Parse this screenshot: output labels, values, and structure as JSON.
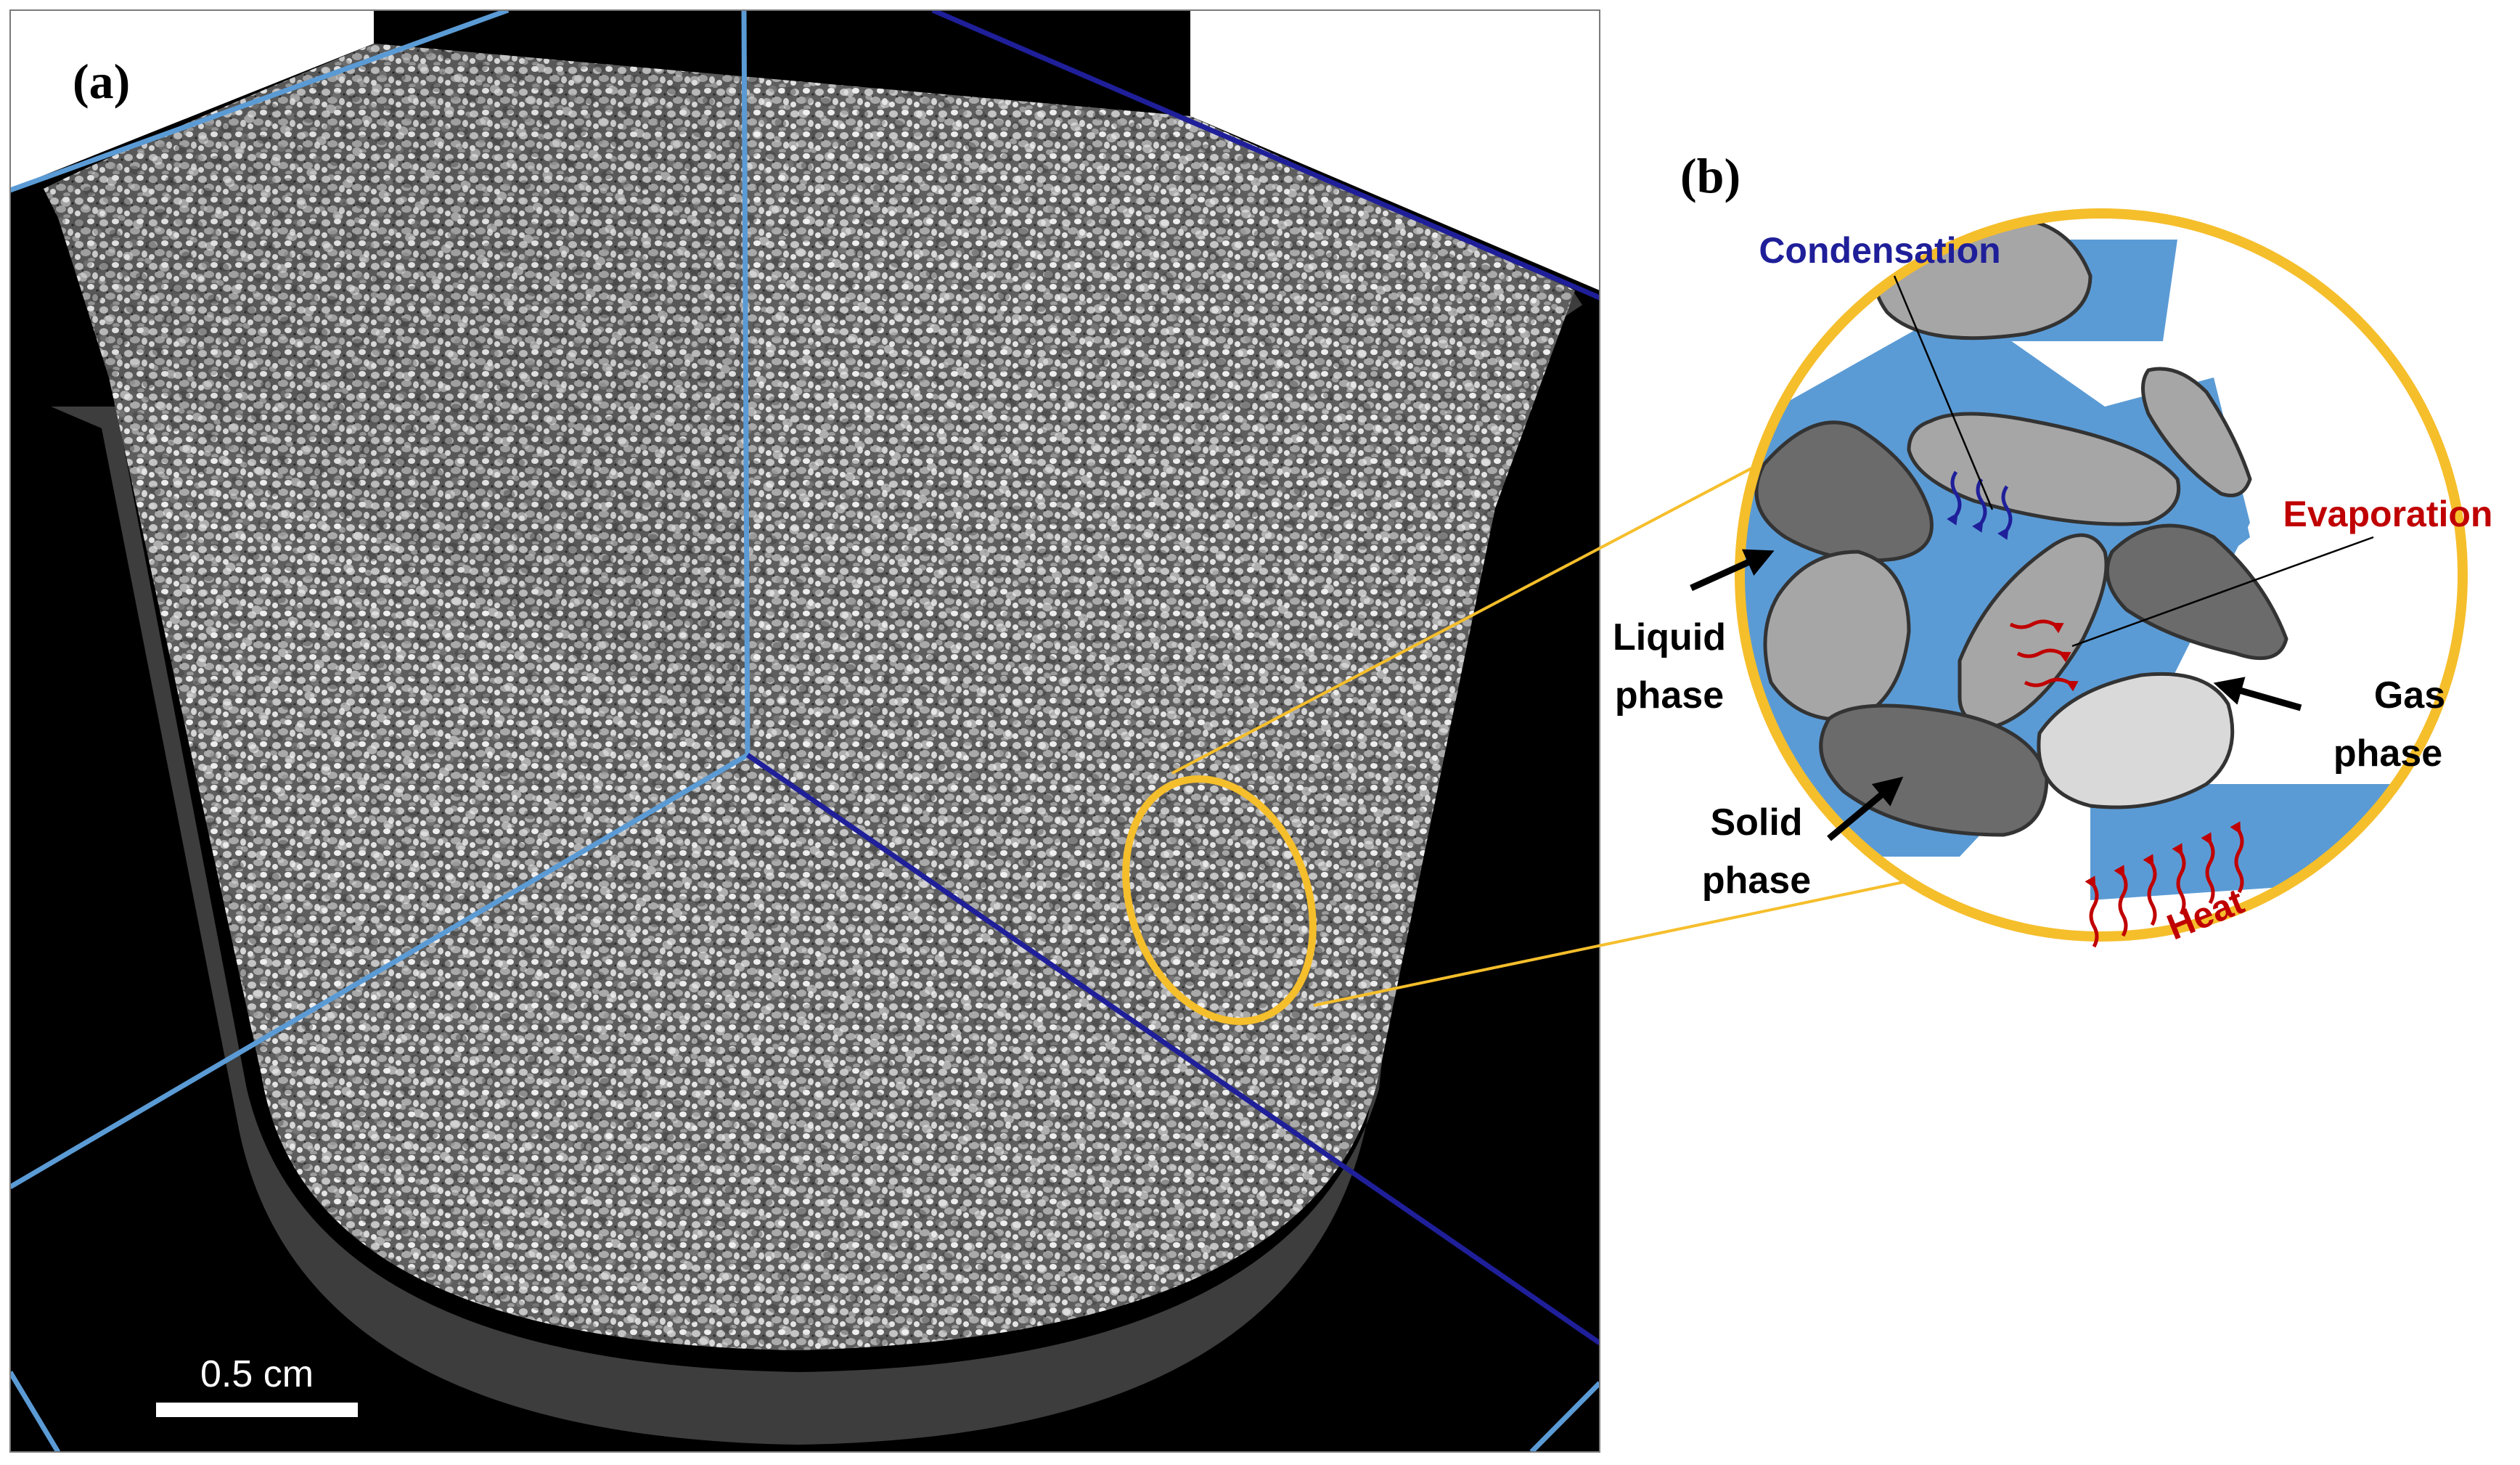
{
  "panel_a": {
    "label": "(a)",
    "scale_bar_label": "0.5 cm"
  },
  "panel_b": {
    "label": "(b)",
    "condensation": "Condensation",
    "evaporation": "Evaporation",
    "liquid_line1": "Liquid",
    "liquid_line2": "phase",
    "gas_line1": "Gas",
    "gas_line2": "phase",
    "solid_line1": "Solid",
    "solid_line2": "phase",
    "heat": "Heat"
  },
  "colors": {
    "light_blue_line": "#5b9bd5",
    "dark_blue_line": "#1f1f9a",
    "highlight_yellow": "#f5be2b",
    "liquid_blue": "#5b9bd5",
    "condensation_text": "#1f1f9a",
    "evaporation_text": "#c00000",
    "heat_arrows": "#c00000"
  },
  "icons": {
    "condensation_arrows": "wavy-arrow-down-icon",
    "evaporation_arrows": "wavy-arrow-right-icon",
    "heat_arrows": "wavy-arrow-up-icon",
    "pointer_arrows": "arrow-icon"
  }
}
